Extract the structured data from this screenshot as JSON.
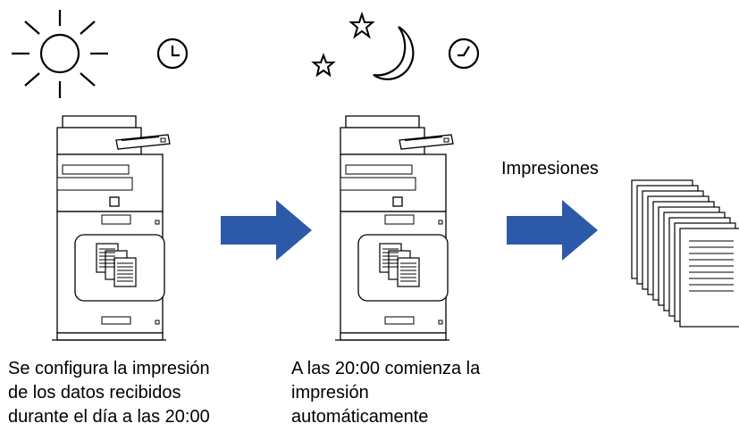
{
  "prints_label": "Impresiones",
  "captions": {
    "left": [
      "Se configura la impresión",
      "de los datos recibidos",
      "durante el día a las 20:00"
    ],
    "right": [
      "A las 20:00 comienza la",
      "impresión",
      "automáticamente"
    ]
  },
  "colors": {
    "arrow": "#2c5aa8",
    "stroke": "#000000"
  },
  "icons": [
    "sun-icon",
    "clock-icon",
    "moon-icon",
    "star-icon",
    "printer-icon",
    "arrow-icon",
    "paper-stack-icon"
  ]
}
